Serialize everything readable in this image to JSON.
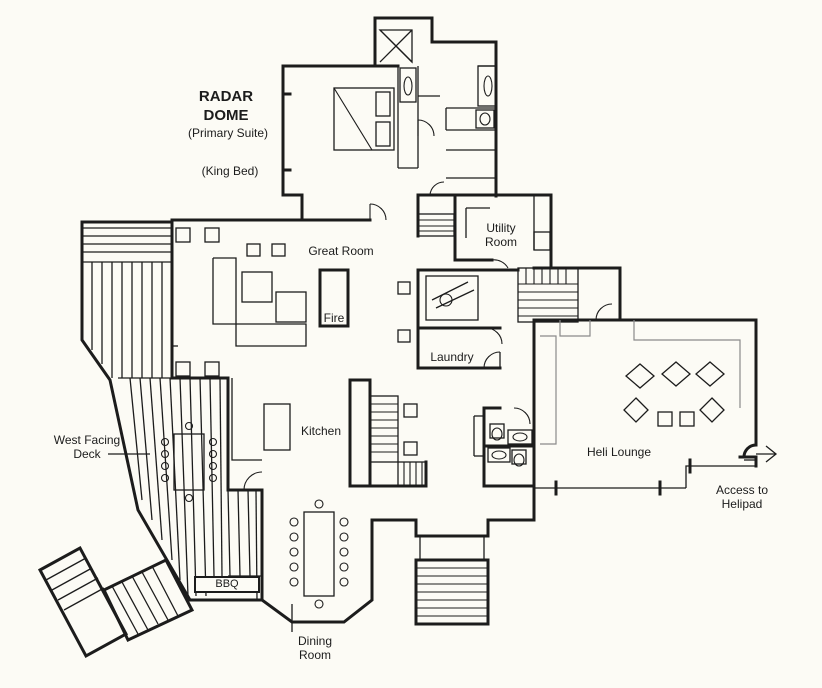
{
  "plan": {
    "title_line1": "RADAR",
    "title_line2": "DOME",
    "primary_suite": "(Primary Suite)",
    "king_bed": "(King Bed)",
    "rooms": {
      "great_room": "Great Room",
      "fire": "Fire",
      "utility_line1": "Utility",
      "utility_line2": "Room",
      "laundry": "Laundry",
      "kitchen": "Kitchen",
      "heli_lounge": "Heli Lounge",
      "helipad_line1": "Access to",
      "helipad_line2": "Helipad",
      "deck_line1": "West Facing",
      "deck_line2": "Deck",
      "bbq": "BBQ",
      "dining_line1": "Dining",
      "dining_line2": "Room"
    }
  },
  "colors": {
    "background": "#fcfbf5",
    "ink": "#1c1c1c",
    "light_line": "#8a8a8a"
  },
  "icons": [
    "king-bed-icon",
    "fireplace-icon",
    "dining-table-icon",
    "stairs-icon",
    "arrow-right-icon"
  ]
}
